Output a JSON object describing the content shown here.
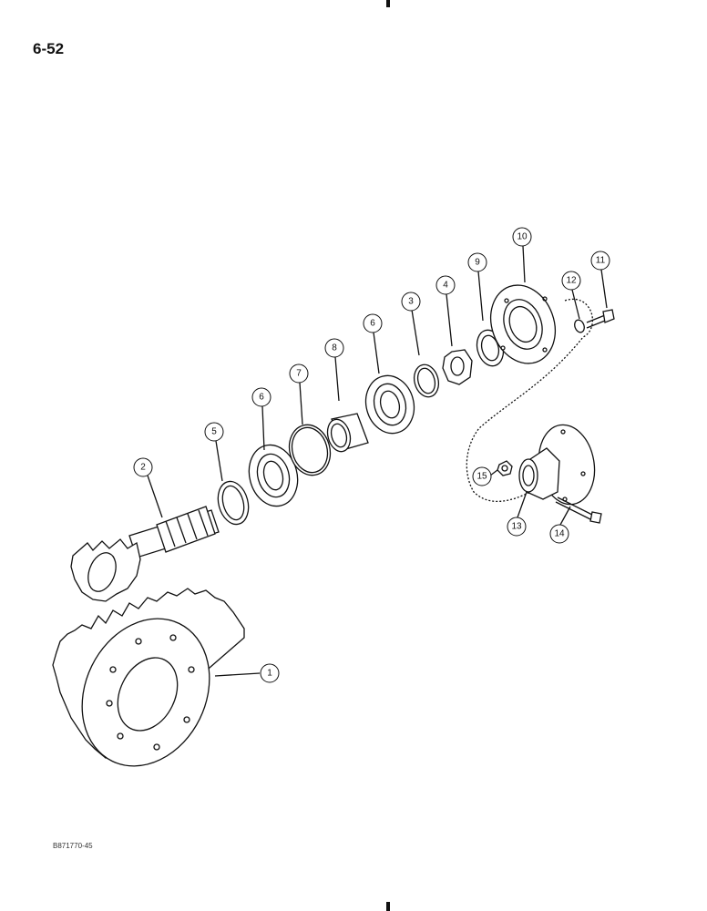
{
  "page": {
    "page_number": "6-52",
    "figure_code": "B871770-45"
  },
  "callouts": [
    "1",
    "2",
    "3",
    "4",
    "5",
    "6",
    "6",
    "7",
    "8",
    "9",
    "10",
    "11",
    "12",
    "13",
    "14",
    "15"
  ]
}
